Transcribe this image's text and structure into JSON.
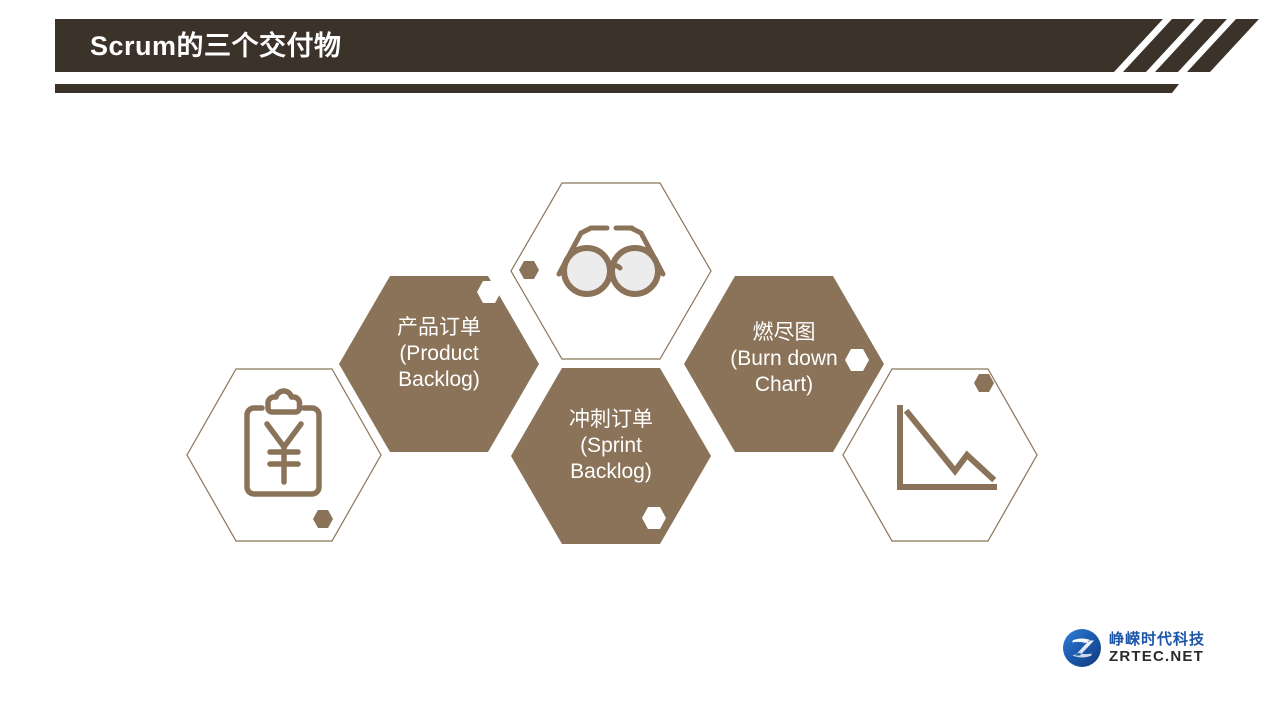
{
  "slide": {
    "background_color": "#ffffff",
    "accent_dark": "#3b322a",
    "accent_brown": "#8a7359",
    "hex_outline": "#8a7359",
    "text_on_brown": "#ffffff"
  },
  "header": {
    "title": "Scrum的三个交付物",
    "bar_color": "#3b322a",
    "underline_color": "#3b322a",
    "stripe_count": 3
  },
  "hexagons": [
    {
      "id": "clipboard",
      "kind": "icon",
      "style": "outline",
      "icon": "clipboard-yuan-icon",
      "marker": "filled",
      "label": ""
    },
    {
      "id": "product-backlog",
      "kind": "text",
      "style": "filled",
      "icon": "",
      "marker": "hollow",
      "label": "产品订单\n(Product\nBacklog)"
    },
    {
      "id": "glasses",
      "kind": "icon",
      "style": "outline",
      "icon": "glasses-icon",
      "marker": "filled",
      "label": ""
    },
    {
      "id": "sprint-backlog",
      "kind": "text",
      "style": "filled",
      "icon": "",
      "marker": "hollow",
      "label": "冲刺订单\n(Sprint\nBacklog)"
    },
    {
      "id": "burn-down-chart",
      "kind": "text",
      "style": "filled",
      "icon": "",
      "marker": "hollow",
      "label": "燃尽图\n(Burn down\nChart)"
    },
    {
      "id": "line-chart",
      "kind": "icon",
      "style": "outline",
      "icon": "burndown-line-chart-icon",
      "marker": "filled",
      "label": ""
    }
  ],
  "logo": {
    "cn": "峥嵘时代科技",
    "en": "ZRTEC.NET",
    "mark": "z-circle-logo-icon",
    "brand_blue": "#1b55a8"
  }
}
